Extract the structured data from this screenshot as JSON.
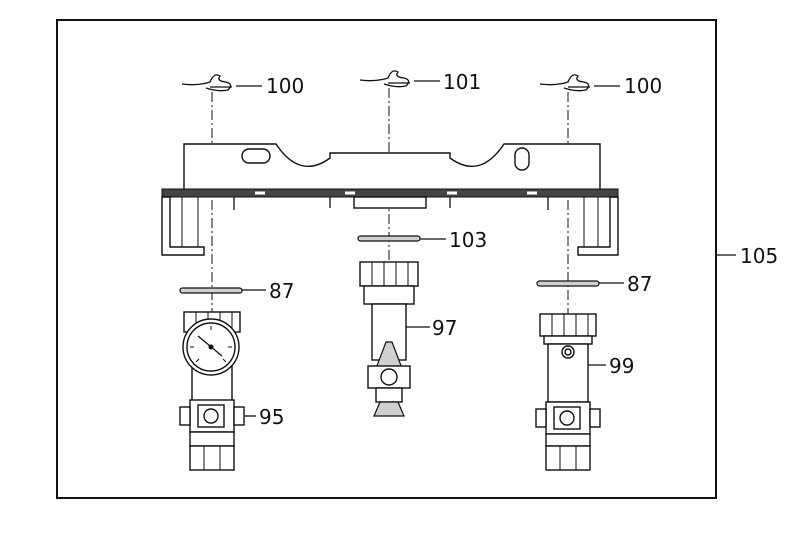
{
  "labels": {
    "screw_left": "100",
    "screw_center": "101",
    "screw_right": "100",
    "washer_center": "103",
    "washer_left": "87",
    "washer_right": "87",
    "valve_center": "97",
    "valve_right": "99",
    "valve_left": "95",
    "frame": "105"
  }
}
